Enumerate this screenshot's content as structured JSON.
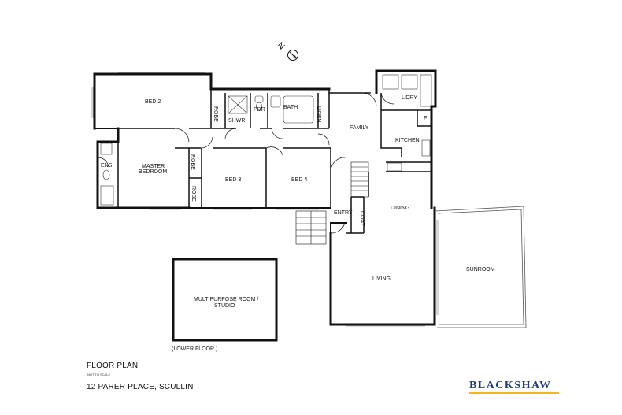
{
  "compass": {
    "label": "N",
    "icon": "north-arrow-icon"
  },
  "rooms": {
    "bed2": "BED 2",
    "robe1": "ROBE",
    "shwr": "SHWR",
    "pdr": "PDR",
    "bath": "BATH",
    "linen": "LINEN",
    "ldry": "L'DRY",
    "family": "FAMILY",
    "kitchen": "KITCHEN",
    "fridge": "F",
    "ens": "ENS",
    "master_line1": "MASTER",
    "master_line2": "BEDROOM",
    "robe2": "ROBE",
    "robe3": "ROBE",
    "bed3": "BED 3",
    "bed4": "BED 4",
    "entry": "ENTRY",
    "coat": "COAT",
    "dining": "DINING",
    "living": "LIVING",
    "sunroom": "SUNROOM",
    "studio_line1": "MULTIPURPOSE ROOM /",
    "studio_line2": "STUDIO"
  },
  "lower_floor_note": "(LOWER FLOOR )",
  "footer": {
    "title": "FLOOR PLAN",
    "not_to_scale": "NOT TO SCALE",
    "address": "12 PARER PLACE, SCULLIN"
  },
  "brand": {
    "name": "BLACKSHAW",
    "color": "#1f3a7a",
    "accent": "#f2b51c"
  }
}
